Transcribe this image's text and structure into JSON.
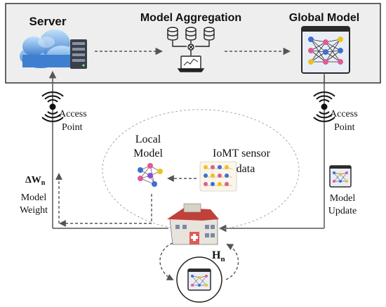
{
  "top_panel": {
    "server_label": "Server",
    "aggregation_label": "Model Aggregation",
    "global_model_label": "Global Model"
  },
  "left_access_point": {
    "line1": "Access",
    "line2": "Point"
  },
  "right_access_point": {
    "line1": "Access",
    "line2": "Point"
  },
  "local_model": {
    "line1": "Local",
    "line2": "Model"
  },
  "iomt": {
    "line1": "IoMT sensor",
    "line2": "data"
  },
  "weight": {
    "delta": "ΔW",
    "delta_sub": "n",
    "line1": "Model",
    "line2": "Weight"
  },
  "update": {
    "line1": "Model",
    "line2": "Update"
  },
  "hospital": {
    "label": "H",
    "label_sub": "n"
  },
  "colors": {
    "panel_bg": "#eeeeee",
    "cloud_blue": "#4a8fd8",
    "cloud_light": "#a9d3f5",
    "server_dark": "#3a3f4a",
    "nn_bg": "#e9eef6",
    "nn_node_blue": "#3d6fd1",
    "nn_node_pink": "#e05a9a",
    "nn_node_yellow": "#f0c020",
    "hospital_roof": "#c0413a",
    "hospital_wall": "#e8e4dc",
    "line_gray": "#555555"
  }
}
